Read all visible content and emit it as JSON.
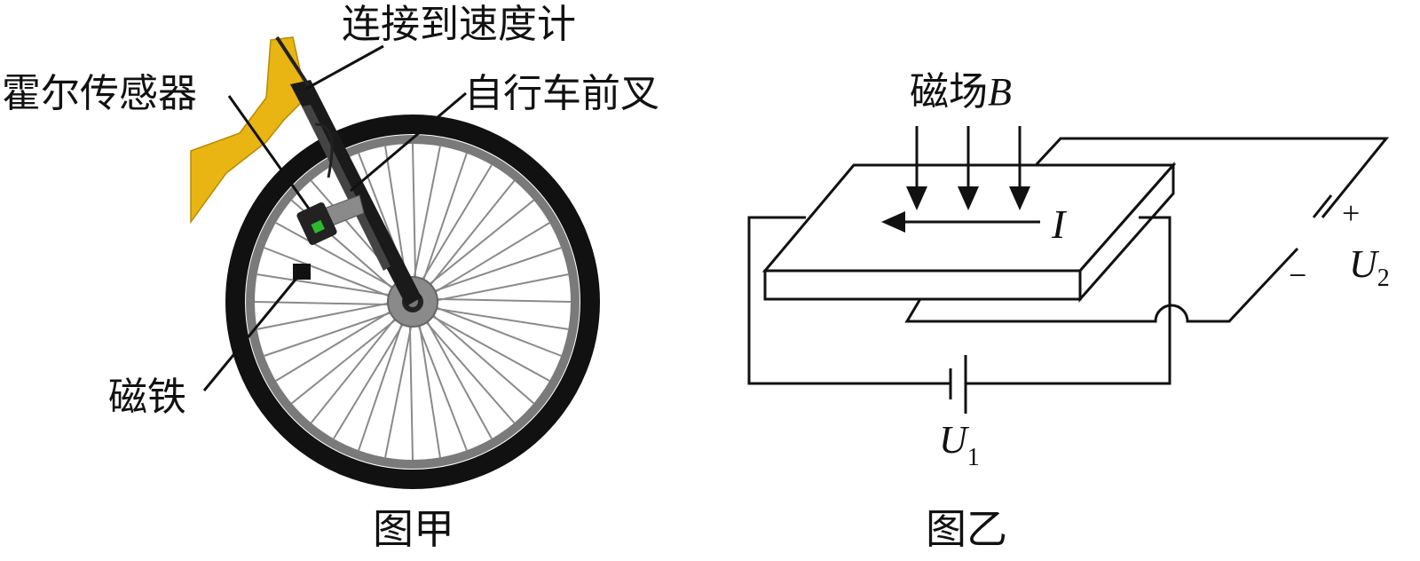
{
  "figure_a": {
    "caption": "图甲",
    "labels": {
      "speedometer": "连接到速度计",
      "hall_sensor": "霍尔传感器",
      "fork": "自行车前叉",
      "magnet": "磁铁"
    },
    "colors": {
      "frame": "#E8B512",
      "tire": "#111111",
      "rim": "#7a7a7a",
      "sensor_light": "#2db82d"
    }
  },
  "figure_b": {
    "caption": "图乙",
    "labels": {
      "field_text": "磁场",
      "field_symbol": "B",
      "current": "I",
      "plus": "+",
      "minus": "−",
      "u_symbol": "U",
      "u1_sub": "1",
      "u2_sub": "2"
    }
  }
}
